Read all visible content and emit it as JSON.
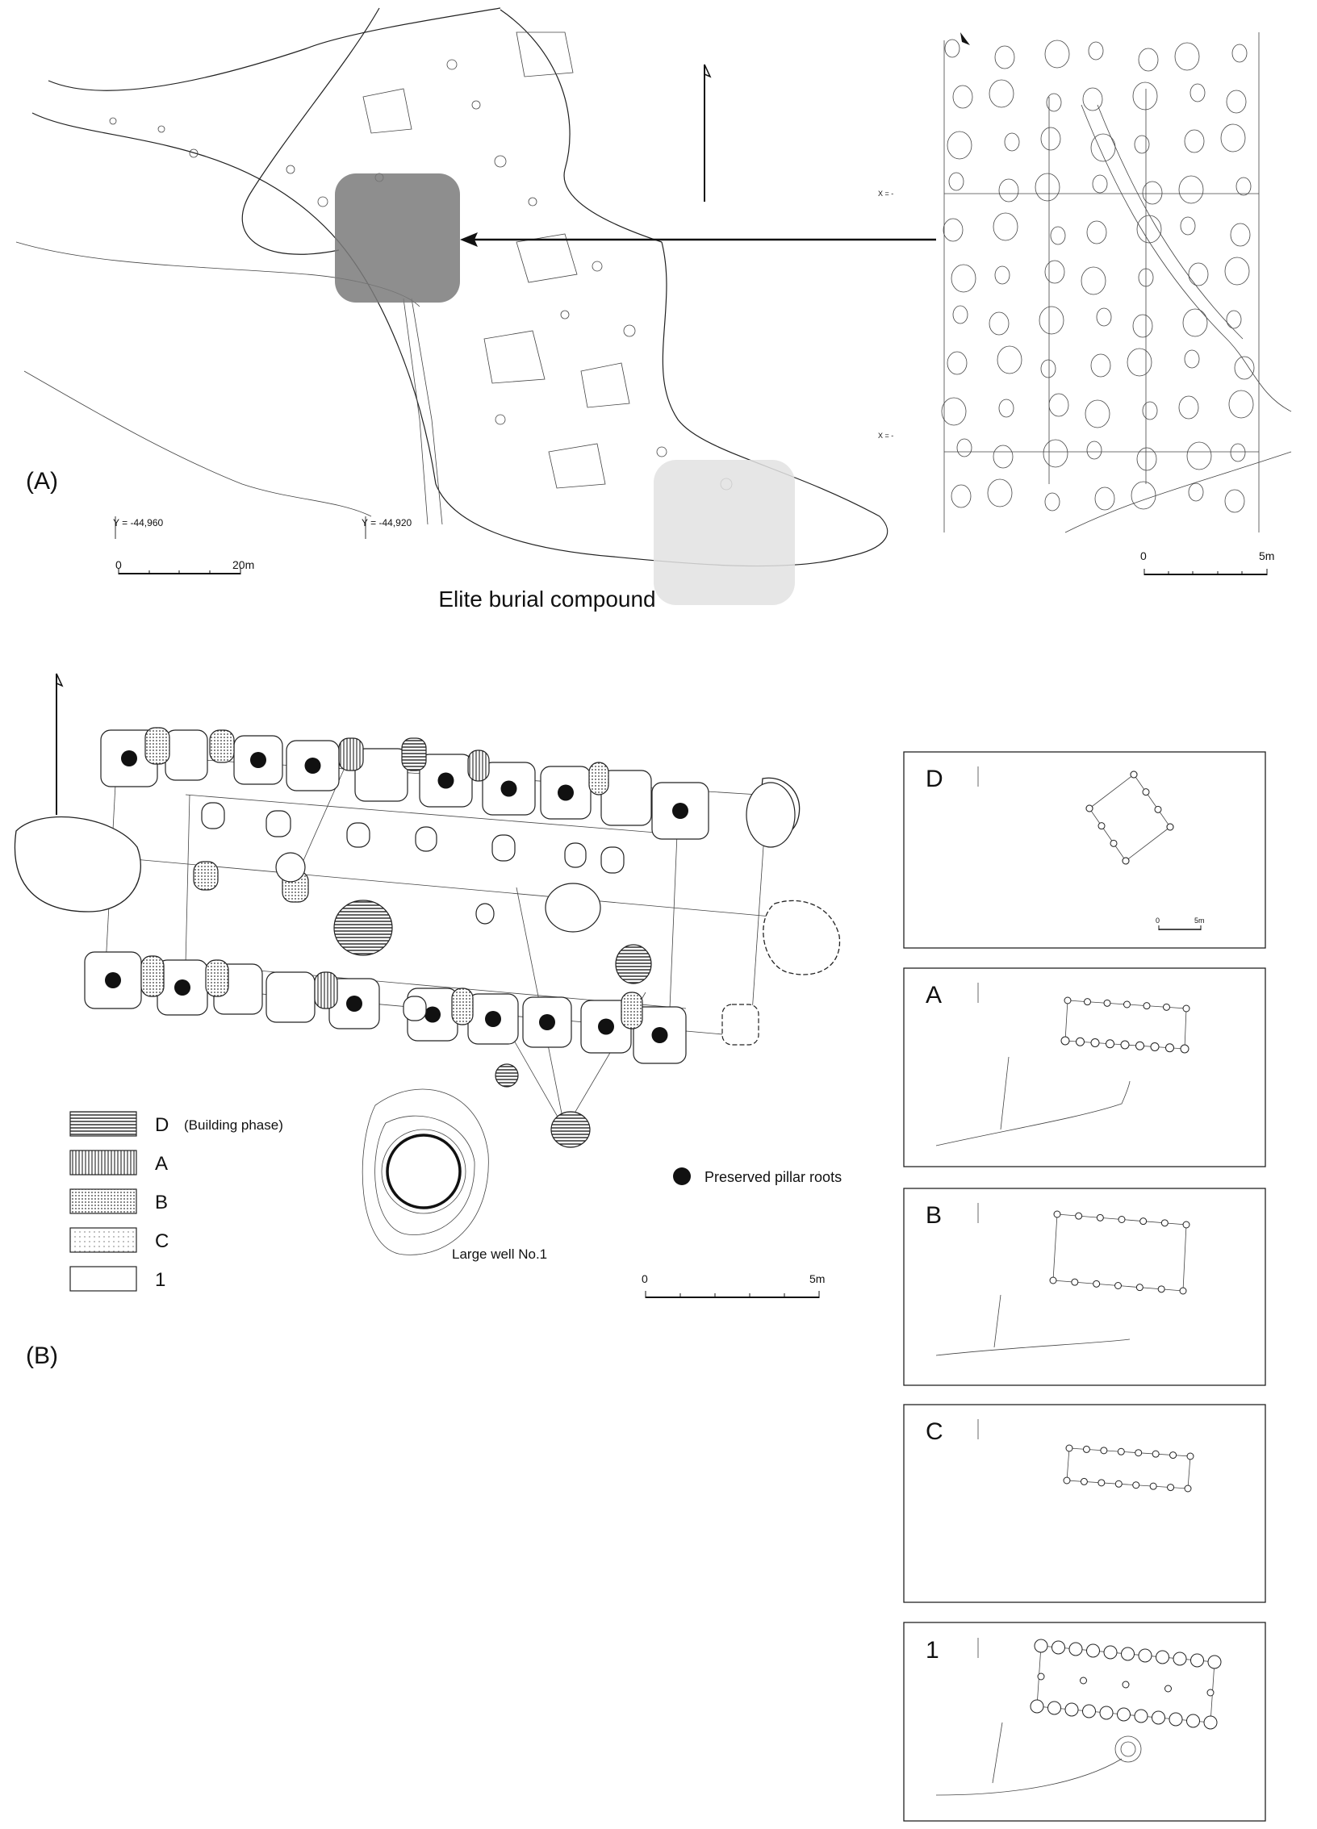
{
  "panel_a": {
    "label": "(A)",
    "coord_left": "Y = -44,960",
    "coord_right": "Y = -44,920",
    "scale_main": {
      "start": "0",
      "end": "20m"
    },
    "scale_inset": {
      "start": "0",
      "end": "5m"
    },
    "inset_grid_labels": [
      "X = -",
      "X = -"
    ],
    "caption": "Elite burial compound"
  },
  "panel_b": {
    "label": "(B)",
    "legend": [
      {
        "code": "D",
        "note": "(Building phase)",
        "pattern": "horizontal"
      },
      {
        "code": "A",
        "note": "",
        "pattern": "vertical"
      },
      {
        "code": "B",
        "note": "",
        "pattern": "dots"
      },
      {
        "code": "C",
        "note": "",
        "pattern": "lightdots"
      },
      {
        "code": "1",
        "note": "",
        "pattern": "blank"
      }
    ],
    "pillar_label": "Preserved pillar roots",
    "well_label": "Large well No.1",
    "scale": {
      "start": "0",
      "end": "5m"
    }
  },
  "phases": [
    {
      "code": "D",
      "scale_start": "0",
      "scale_end": "5m"
    },
    {
      "code": "A"
    },
    {
      "code": "B"
    },
    {
      "code": "C"
    },
    {
      "code": "1"
    }
  ],
  "colors": {
    "ink": "#222222",
    "highlight": "#777777",
    "faded": "#e2e2e2"
  }
}
